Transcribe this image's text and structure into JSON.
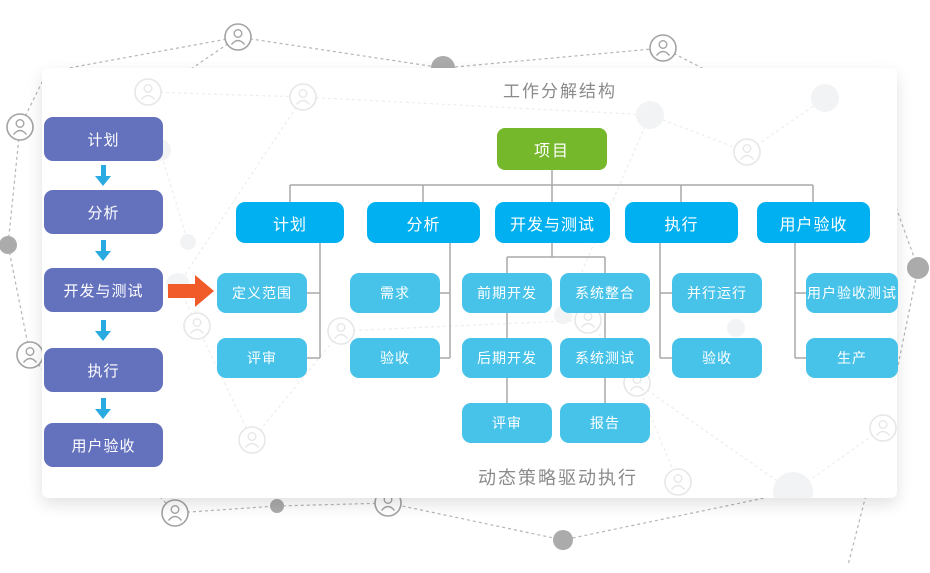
{
  "card": {
    "title": "工作分解结构",
    "caption": "动态策略驱动执行"
  },
  "flow": {
    "items": [
      "计划",
      "分析",
      "开发与测试",
      "执行",
      "用户验收"
    ]
  },
  "tree": {
    "root": "项目",
    "groups": [
      {
        "label": "计划",
        "children": [
          "定义范围",
          "评审"
        ]
      },
      {
        "label": "分析",
        "children": [
          "需求",
          "验收"
        ]
      },
      {
        "label": "开发与测试",
        "columns": [
          [
            "前期开发",
            "后期开发",
            "评审"
          ],
          [
            "系统整合",
            "系统测试",
            "报告"
          ]
        ]
      },
      {
        "label": "执行",
        "children": [
          "并行运行",
          "验收"
        ]
      },
      {
        "label": "用户验收",
        "children": [
          "用户验收测试",
          "生产"
        ]
      }
    ]
  },
  "icons": {
    "person_node": "person-in-circle",
    "flow_arrow": "arrow-right",
    "step_arrow": "arrow-down",
    "network_dot": "filled-circle"
  },
  "colors": {
    "flow_box": "#6472be",
    "branch_box": "#00b0f0",
    "leaf_box": "#47c3e9",
    "root_box": "#76b82c",
    "flow_arrow": "#f15a29",
    "step_arrow": "#29abe2",
    "connector": "#a9a9a9",
    "heading_text": "#8a8a8a"
  }
}
